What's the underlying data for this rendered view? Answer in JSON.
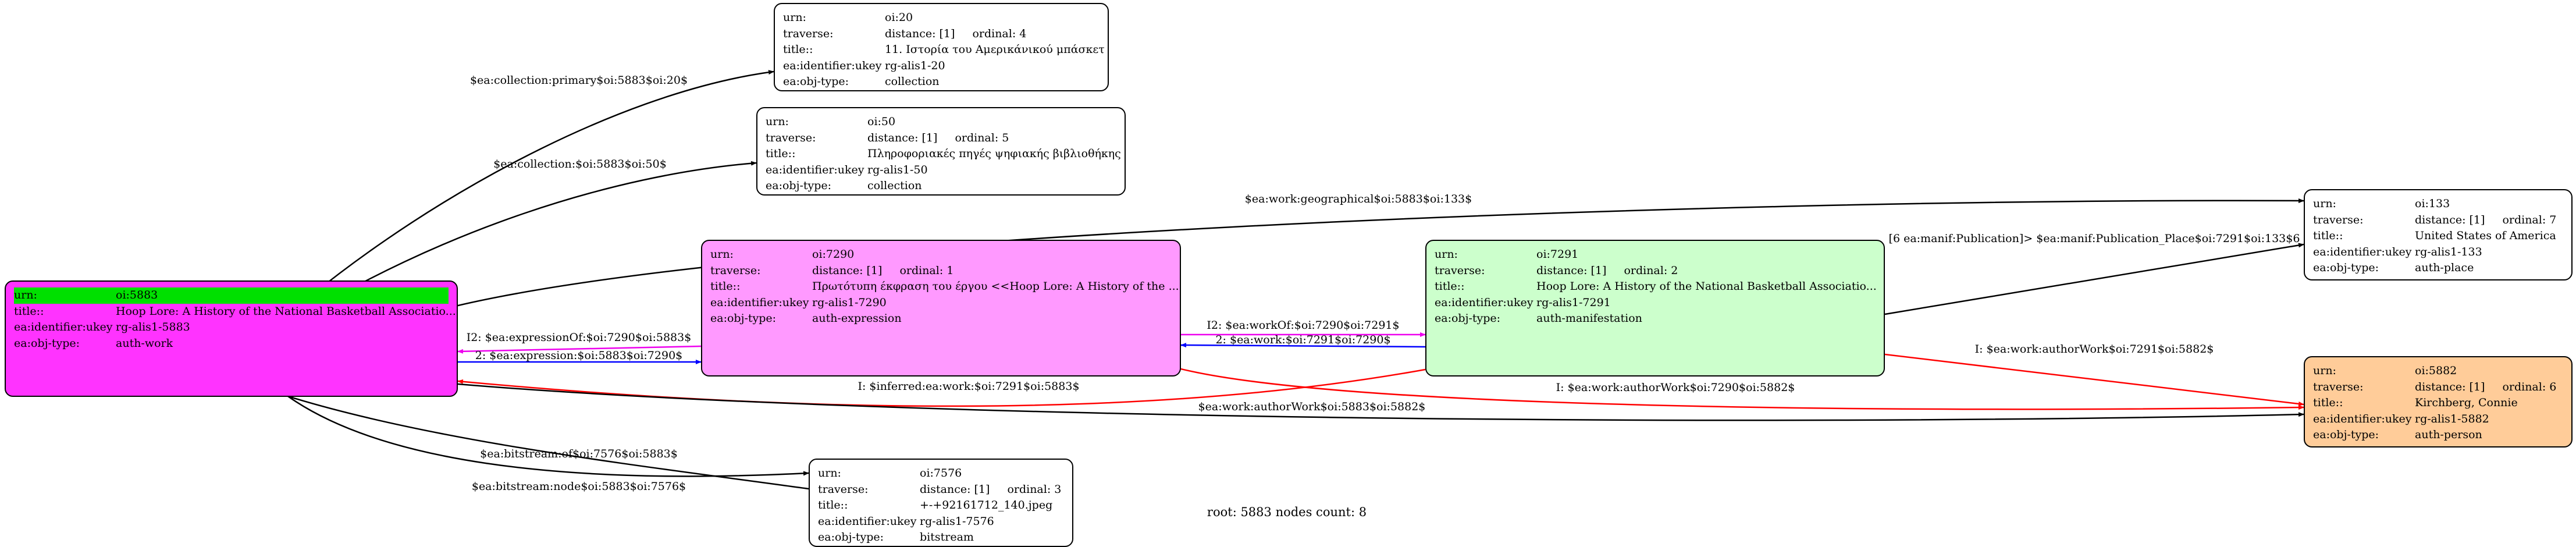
{
  "colors": {
    "black": "#000000",
    "blue": "#0000ff",
    "magenta": "#ee00ee",
    "red": "#ff0000",
    "root_fill": "#ff33ff",
    "expression_fill": "#ff99ff",
    "manifestation_fill": "#ccffcc",
    "person_fill": "#ffcc99",
    "root_urn_highlight": "#00e000"
  },
  "nodes": [
    {
      "id": "n5883",
      "fill": "#ff33ff",
      "urn": "oi:5883",
      "traverse": null,
      "title": "Hoop Lore: A History of the National Basketball Associatio...",
      "ukey": "rg-alis1-5883",
      "type": "auth-work",
      "highlight_urn": true
    },
    {
      "id": "n20",
      "fill": "#ffffff",
      "urn": "oi:20",
      "traverse": {
        "distance": "distance: [1]",
        "ordinal": "ordinal: 4"
      },
      "title": "11. Ιστορία του Αμερικάνικού μπάσκετ",
      "ukey": "rg-alis1-20",
      "type": "collection"
    },
    {
      "id": "n50",
      "fill": "#ffffff",
      "urn": "oi:50",
      "traverse": {
        "distance": "distance: [1]",
        "ordinal": "ordinal: 5"
      },
      "title": "Πληροφοριακές πηγές ψηφιακής βιβλιοθήκης",
      "ukey": "rg-alis1-50",
      "type": "collection"
    },
    {
      "id": "n7290",
      "fill": "#ff99ff",
      "urn": "oi:7290",
      "traverse": {
        "distance": "distance: [1]",
        "ordinal": "ordinal: 1"
      },
      "title": "Πρωτότυπη έκφραση του έργου <<Hoop Lore: A History of the ...",
      "ukey": "rg-alis1-7290",
      "type": "auth-expression"
    },
    {
      "id": "n7291",
      "fill": "#ccffcc",
      "urn": "oi:7291",
      "traverse": {
        "distance": "distance: [1]",
        "ordinal": "ordinal: 2"
      },
      "title": "Hoop Lore: A History of the National Basketball Associatio...",
      "ukey": "rg-alis1-7291",
      "type": "auth-manifestation"
    },
    {
      "id": "n133",
      "fill": "#ffffff",
      "urn": "oi:133",
      "traverse": {
        "distance": "distance: [1]",
        "ordinal": "ordinal: 7"
      },
      "title": "United States of America",
      "ukey": "rg-alis1-133",
      "type": "auth-place"
    },
    {
      "id": "n5882",
      "fill": "#ffcc99",
      "urn": "oi:5882",
      "traverse": {
        "distance": "distance: [1]",
        "ordinal": "ordinal: 6"
      },
      "title": "Kirchberg, Connie",
      "ukey": "rg-alis1-5882",
      "type": "auth-person"
    },
    {
      "id": "n7576",
      "fill": "#ffffff",
      "urn": "oi:7576",
      "traverse": {
        "distance": "distance: [1]",
        "ordinal": "ordinal: 3"
      },
      "title": "+-+92161712_140.jpeg",
      "ukey": "rg-alis1-7576",
      "type": "bitstream"
    }
  ],
  "field_labels": {
    "urn": "urn:",
    "traverse": "traverse:",
    "title": "title::",
    "ukey": "ea:identifier:ukey",
    "type": "ea:obj-type:"
  },
  "edges": [
    {
      "id": "e1",
      "label": "$ea:collection:primary$oi:5883$oi:20$",
      "color": "#000000"
    },
    {
      "id": "e2",
      "label": "$ea:collection:$oi:5883$oi:50$",
      "color": "#000000"
    },
    {
      "id": "e3",
      "label": "$ea:work:geographical$oi:5883$oi:133$",
      "color": "#000000"
    },
    {
      "id": "e4",
      "label": "I2: $ea:expressionOf:$oi:7290$oi:5883$",
      "color": "#ee00ee"
    },
    {
      "id": "e5",
      "label": "2: $ea:expression:$oi:5883$oi:7290$",
      "color": "#0000ff"
    },
    {
      "id": "e6",
      "label": "I2: $ea:workOf:$oi:7290$oi:7291$",
      "color": "#ee00ee"
    },
    {
      "id": "e7",
      "label": "2: $ea:work:$oi:7291$oi:7290$",
      "color": "#0000ff"
    },
    {
      "id": "e8",
      "label": "[6 ea:manif:Publication]> $ea:manif:Publication_Place$oi:7291$oi:133$6",
      "color": "#000000"
    },
    {
      "id": "e9",
      "label": "I: $ea:work:authorWork$oi:7291$oi:5882$",
      "color": "#ff0000"
    },
    {
      "id": "e10",
      "label": "I: $inferred:ea:work:$oi:7291$oi:5883$",
      "color": "#ff0000"
    },
    {
      "id": "e11",
      "label": "I: $ea:work:authorWork$oi:7290$oi:5882$",
      "color": "#ff0000"
    },
    {
      "id": "e12",
      "label": "$ea:work:authorWork$oi:5883$oi:5882$",
      "color": "#000000"
    },
    {
      "id": "e13",
      "label": "$ea:bitstream:of$oi:7576$oi:5883$",
      "color": "#000000"
    },
    {
      "id": "e14",
      "label": "$ea:bitstream:node$oi:5883$oi:7576$",
      "color": "#000000"
    }
  ],
  "footer": "root: 5883 nodes count: 8"
}
